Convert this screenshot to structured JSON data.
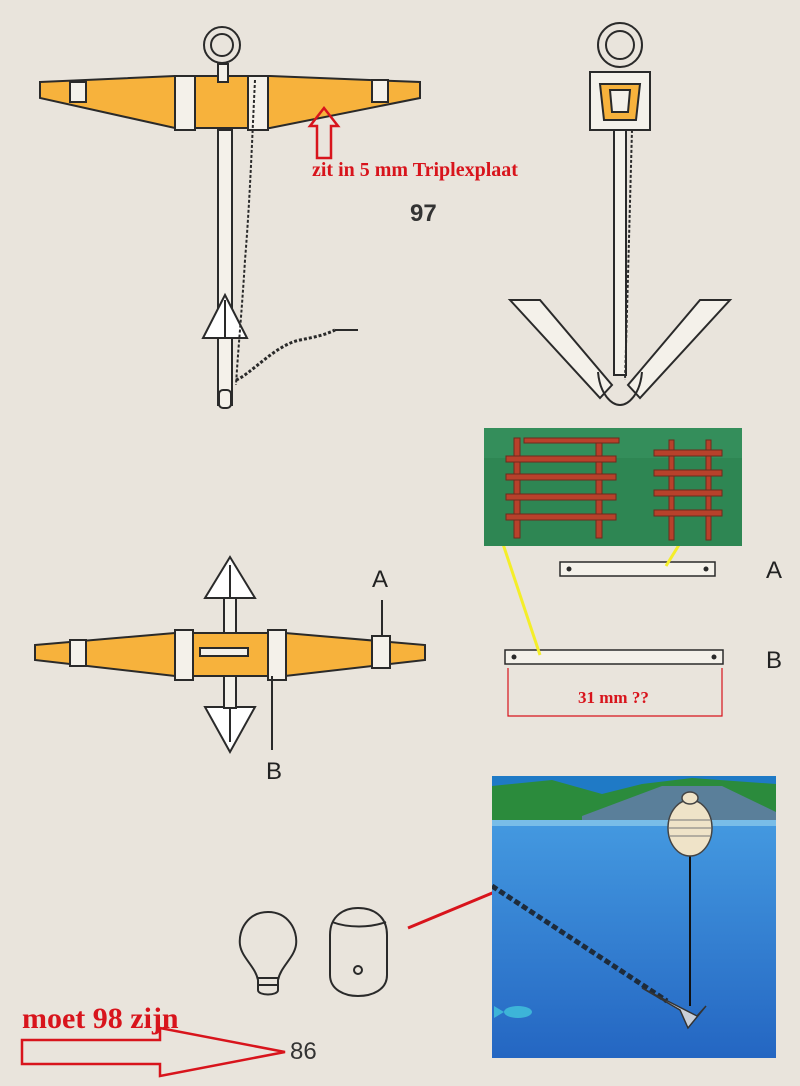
{
  "annotations": {
    "triplex_note": "zit in 5 mm Triplexplaat",
    "length_note": "31 mm ??",
    "page_correction": "moet 98 zijn"
  },
  "drawing_labels": {
    "page_number_top": "97",
    "page_number_bottom": "86",
    "label_a_top": "A",
    "label_b_bottom": "B",
    "strip_a": "A",
    "strip_b": "B"
  },
  "colors": {
    "paper": "#e9e4dc",
    "stock_fill": "#f7b23c",
    "annotation_red": "#d8141c",
    "leader_yellow": "#f4ee2a",
    "leader_red": "#d8141c",
    "photo_green": "#2f8a55",
    "rung_red": "#b8412b",
    "water_blue": "#2f86d6"
  },
  "icons": [
    "anchor-side-view",
    "anchor-front-view",
    "anchor-top-view",
    "buoy-outline",
    "buoy-photo",
    "ladder-photo"
  ]
}
